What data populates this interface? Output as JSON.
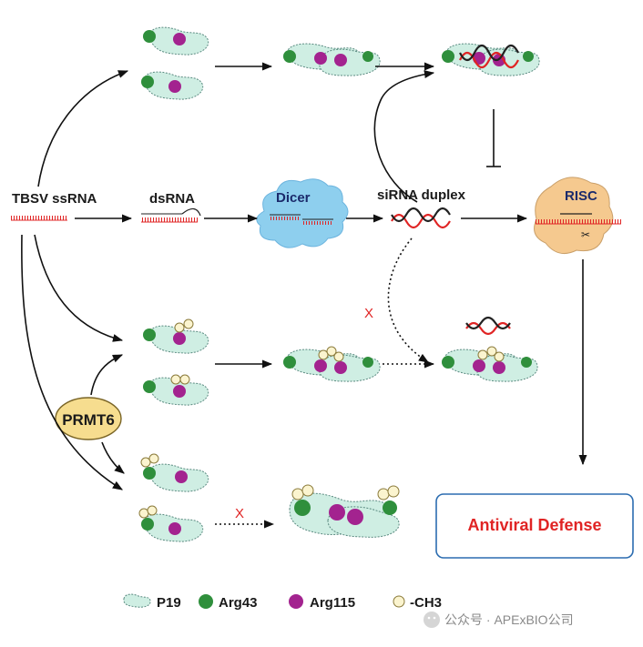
{
  "labels": {
    "tbsv": "TBSV ssRNA",
    "dsrna": "dsRNA",
    "dicer": "Dicer",
    "sirna": "siRNA duplex",
    "risc": "RISC",
    "prmt6": "PRMT6",
    "defense": "Antiviral Defense",
    "block_mark": "X"
  },
  "legend": [
    {
      "icon": "p19-protein-icon",
      "label": "P19"
    },
    {
      "icon": "arg43-dot-icon",
      "label": "Arg43"
    },
    {
      "icon": "arg115-dot-icon",
      "label": "Arg115"
    },
    {
      "icon": "methyl-group-icon",
      "label": "-CH3"
    }
  ],
  "watermark": "公众号 · APExBIO公司",
  "colors": {
    "p19": "#cfeee3",
    "arg43": "#2f8f3c",
    "arg115": "#a3238f",
    "methyl": "#fbf4cf",
    "rna_red": "#e02424",
    "dicer": "#8ecfee",
    "risc": "#f5c98f",
    "prmt6": "#f6dd8f",
    "defense_text": "#e02424",
    "defense_border": "#2b6cb0"
  }
}
